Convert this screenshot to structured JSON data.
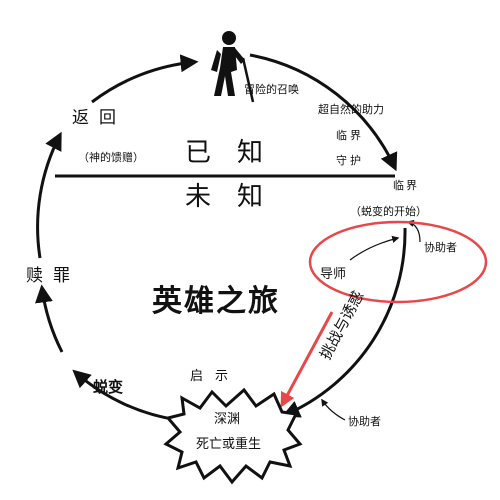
{
  "title": "英雄之旅",
  "known": "已知",
  "unknown": "未知",
  "top_labels": {
    "call": "冒险的召唤",
    "supernatural": "超自然的助力",
    "threshold_guard_1": "临界",
    "threshold_guard_2": "守护"
  },
  "threshold": {
    "label": "临界",
    "sub": "（蜕变的开始）"
  },
  "helpers": {
    "helper_right": "协助者",
    "mentor": "导师",
    "helper_bottom": "协助者"
  },
  "trials": "挑战与诱惑",
  "revelation": "启示",
  "abyss": {
    "line1": "深渊",
    "line2": "死亡或重生"
  },
  "left_labels": {
    "return": "返回",
    "gift": "（神的馈赠）",
    "atonement": "赎罪",
    "transformation": "蜕变"
  },
  "colors": {
    "ink": "#111111",
    "highlight": "#e8474a"
  }
}
